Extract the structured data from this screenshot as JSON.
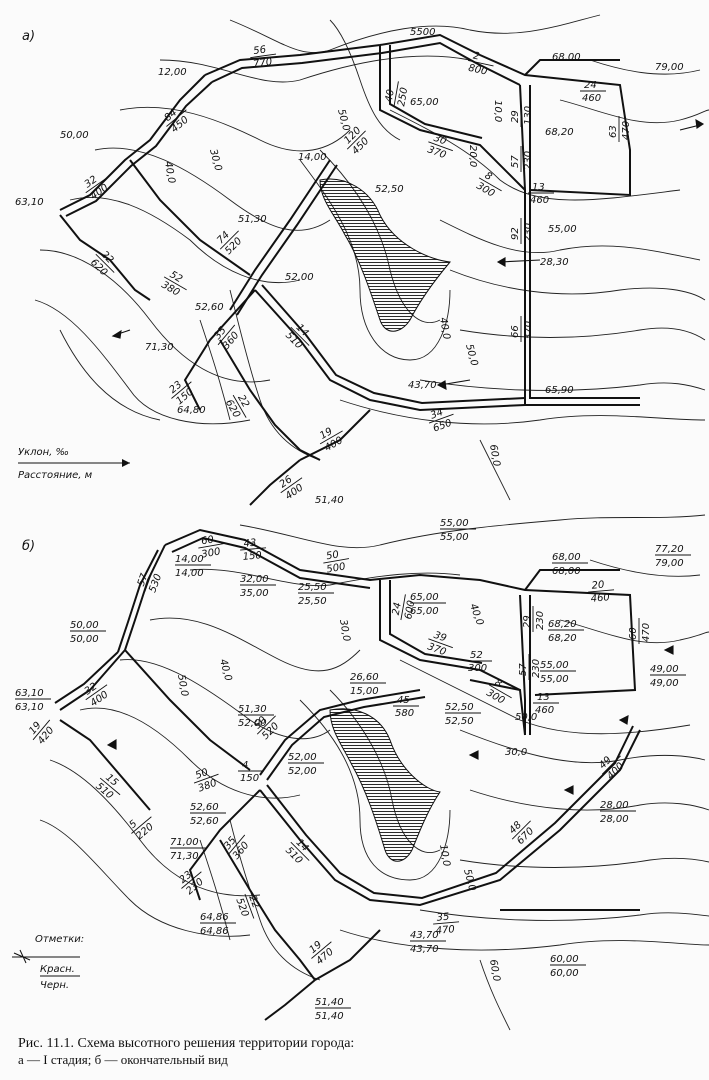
{
  "panels": {
    "a": {
      "label": "а)",
      "legend_slope": "Уклон, ‰",
      "legend_distance": "Расстояние, м",
      "contours": [
        "50,0",
        "30,0",
        "40,0",
        "10,0",
        "20,0",
        "40,0",
        "50,0",
        "60,0"
      ],
      "elevations": [
        "12,00",
        "5500",
        "68,00",
        "79,00",
        "50,00",
        "65,00",
        "68,20",
        "63,10",
        "14,00",
        "52,50",
        "55,00",
        "51,30",
        "28,30",
        "52,00",
        "52,60",
        "71,30",
        "64,80",
        "43,70",
        "65,90",
        "51,40"
      ],
      "segments": [
        {
          "slope": "56",
          "dist": "770"
        },
        {
          "slope": "2",
          "dist": "800"
        },
        {
          "slope": "24",
          "dist": "460"
        },
        {
          "slope": "84",
          "dist": "450"
        },
        {
          "slope": "120",
          "dist": "450"
        },
        {
          "slope": "40",
          "dist": "250"
        },
        {
          "slope": "29",
          "dist": "130"
        },
        {
          "slope": "63",
          "dist": "470"
        },
        {
          "slope": "30",
          "dist": "370"
        },
        {
          "slope": "57",
          "dist": "230"
        },
        {
          "slope": "8",
          "dist": "300"
        },
        {
          "slope": "13",
          "dist": "460"
        },
        {
          "slope": "32",
          "dist": "400"
        },
        {
          "slope": "74",
          "dist": "520"
        },
        {
          "slope": "92",
          "dist": "230"
        },
        {
          "slope": "22",
          "dist": "620"
        },
        {
          "slope": "52",
          "dist": "380"
        },
        {
          "slope": "14",
          "dist": "510"
        },
        {
          "slope": "66",
          "dist": "370"
        },
        {
          "slope": "35",
          "dist": "360"
        },
        {
          "slope": "23",
          "dist": "150"
        },
        {
          "slope": "22",
          "dist": "620"
        },
        {
          "slope": "34",
          "dist": "650"
        },
        {
          "slope": "19",
          "dist": "400"
        },
        {
          "slope": "26",
          "dist": "400"
        }
      ]
    },
    "b": {
      "label": "б)",
      "legend_marks": "Отметки:",
      "legend_red": "Красн.",
      "legend_black": "Черн.",
      "contours": [
        "30,0",
        "40,0",
        "50,0",
        "50,0",
        "40,0",
        "30,0",
        "10,0",
        "50,0",
        "60,0"
      ],
      "elevation_pairs": [
        {
          "red": "55,00",
          "black": "55,00"
        },
        {
          "red": "68,00",
          "black": "68,00"
        },
        {
          "red": "77,20",
          "black": "79,00"
        },
        {
          "red": "14,00",
          "black": "14,00"
        },
        {
          "red": "32,00",
          "black": "35,00"
        },
        {
          "red": "25,50",
          "black": "25,50"
        },
        {
          "red": "65,00",
          "black": "65,00"
        },
        {
          "red": "68,20",
          "black": "68,20"
        },
        {
          "red": "50,00",
          "black": "50,00"
        },
        {
          "red": "55,00",
          "black": "55,00"
        },
        {
          "red": "49,00",
          "black": "49,00"
        },
        {
          "red": "63,10",
          "black": "63,10"
        },
        {
          "red": "26,60",
          "black": "15,00"
        },
        {
          "red": "52,50",
          "black": "52,50"
        },
        {
          "red": "51,30",
          "black": "52,00"
        },
        {
          "red": "52,00",
          "black": "52,00"
        },
        {
          "red": "52,60",
          "black": "52,60"
        },
        {
          "red": "71,00",
          "black": "71,30"
        },
        {
          "red": "28,00",
          "black": "28,00"
        },
        {
          "red": "64,86",
          "black": "64,86"
        },
        {
          "red": "60,00",
          "black": "60,00"
        },
        {
          "red": "43,70",
          "black": "43,70"
        },
        {
          "red": "51,40",
          "black": "51,40"
        }
      ],
      "segments": [
        {
          "slope": "60",
          "dist": "300"
        },
        {
          "slope": "43",
          "dist": "150"
        },
        {
          "slope": "50",
          "dist": "500"
        },
        {
          "slope": "20",
          "dist": "460"
        },
        {
          "slope": "57",
          "dist": "530"
        },
        {
          "slope": "24",
          "dist": "600"
        },
        {
          "slope": "29",
          "dist": "230"
        },
        {
          "slope": "60",
          "dist": "470"
        },
        {
          "slope": "39",
          "dist": "370"
        },
        {
          "slope": "52",
          "dist": "300"
        },
        {
          "slope": "57",
          "dist": "230"
        },
        {
          "slope": "8",
          "dist": "300"
        },
        {
          "slope": "13",
          "dist": "460"
        },
        {
          "slope": "32",
          "dist": "400"
        },
        {
          "slope": "45",
          "dist": "580"
        },
        {
          "slope": "19",
          "dist": "420"
        },
        {
          "slope": "50",
          "dist": "520"
        },
        {
          "slope": "15",
          "dist": "510"
        },
        {
          "slope": "50",
          "dist": "380"
        },
        {
          "slope": "4",
          "dist": "150"
        },
        {
          "slope": "49",
          "dist": "400"
        },
        {
          "slope": "5",
          "dist": "220"
        },
        {
          "slope": "35",
          "dist": "360"
        },
        {
          "slope": "14",
          "dist": "510"
        },
        {
          "slope": "48",
          "dist": "670"
        },
        {
          "slope": "23",
          "dist": "230"
        },
        {
          "slope": "22",
          "dist": "520"
        },
        {
          "slope": "35",
          "dist": "470"
        },
        {
          "slope": "19",
          "dist": "470"
        }
      ]
    }
  },
  "caption": {
    "line1": "Рис. 11.1. Схема высотного решения территории города:",
    "line2": "а — I стадия; б — окончательный вид"
  }
}
